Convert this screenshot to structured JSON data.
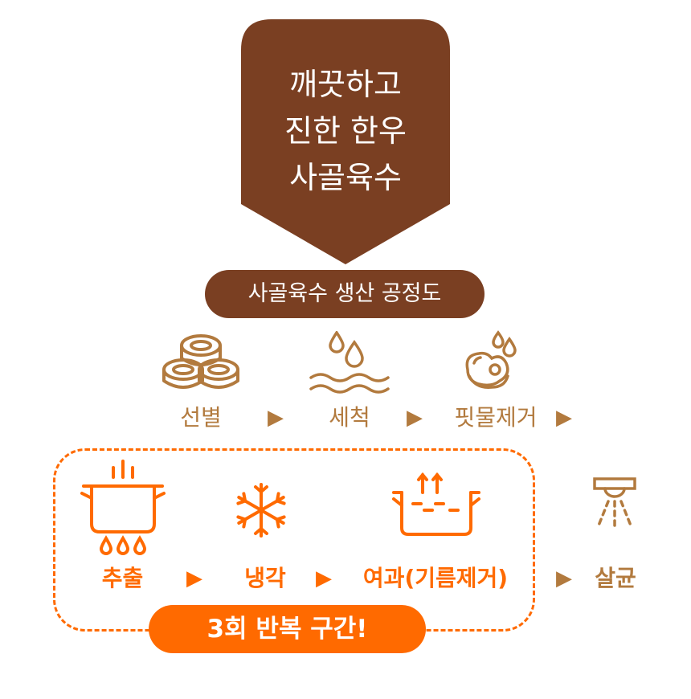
{
  "title": {
    "lines": [
      "깨끗하고",
      "진한 한우",
      "사골육수"
    ],
    "color": "#7a3f22"
  },
  "subtitle": "사골육수 생산 공정도",
  "colors": {
    "brown_dark": "#7a3f22",
    "brown_light": "#b27a3e",
    "orange": "#ff6a00"
  },
  "row1": {
    "steps": [
      {
        "label": "선별",
        "icon": "bone-stack-icon"
      },
      {
        "label": "세척",
        "icon": "water-drops-waves-icon"
      },
      {
        "label": "핏물제거",
        "icon": "meat-drops-icon"
      }
    ],
    "arrow": "▶"
  },
  "row2": {
    "steps": [
      {
        "label": "추출",
        "icon": "boiling-pot-icon"
      },
      {
        "label": "냉각",
        "icon": "snowflake-icon"
      },
      {
        "label": "여과(기름제거)",
        "icon": "strainer-pot-icon"
      },
      {
        "label": "살균",
        "icon": "sterilizer-spray-icon"
      }
    ],
    "arrow": "▶"
  },
  "repeat_badge": "3회 반복 구간!"
}
